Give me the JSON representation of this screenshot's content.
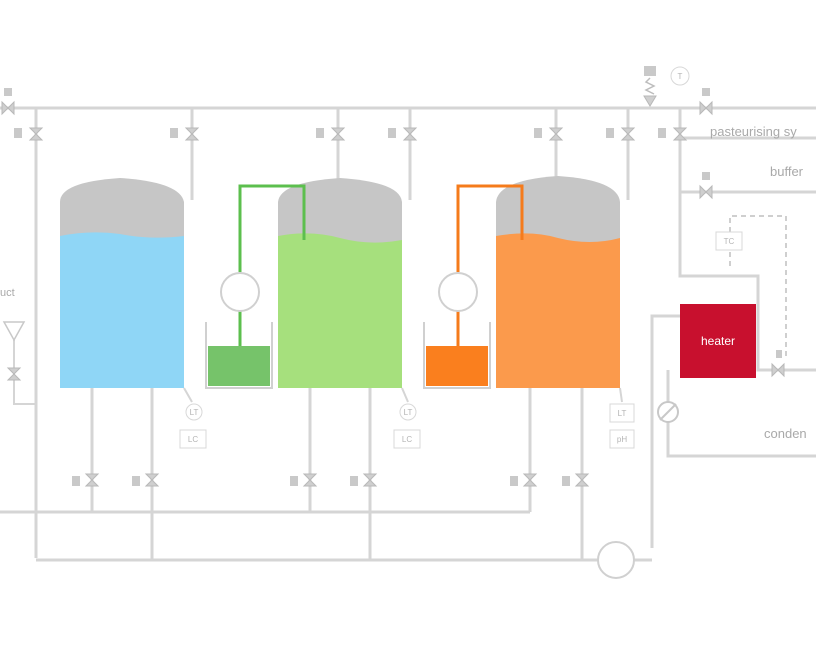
{
  "labels": {
    "pasteurizing": "pasteurising sy",
    "buffer": "buffer",
    "condensate": "conden",
    "left_partial": "uct"
  },
  "heater_label": "heater",
  "tags": {
    "t1_top": "LT",
    "t1_bottom": "LC",
    "t2_top": "LT",
    "t2_bottom": "LC",
    "t3_top": "LT",
    "t3_bottom": "pH",
    "tc": "TC",
    "temp_indicator": "T"
  },
  "colors": {
    "tank1": "#8fd6f6",
    "tank2": "#a6e07d",
    "tank2_dosing": "#76c36a",
    "tank2_pipe": "#5cbf4e",
    "tank3": "#fb9a4c",
    "tank3_dosing": "#fa7f1e",
    "tank3_pipe": "#f57b1b",
    "tank_dome": "#c6c6c6",
    "heater": "#c8102e"
  }
}
